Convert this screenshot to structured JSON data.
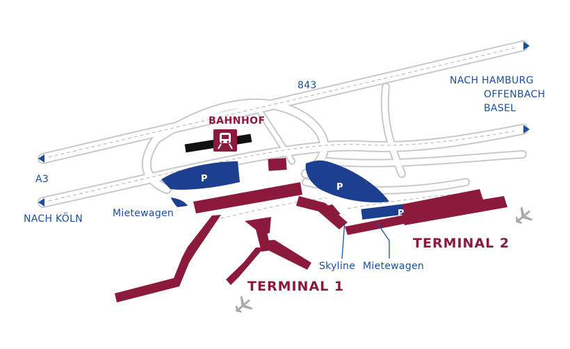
{
  "roads": {
    "highway_number": "843",
    "a3_label": "A3",
    "cologne_label": "NACH KÖLN",
    "north_label_line1": "NACH HAMBURG",
    "north_label_line2": "OFFENBACH",
    "north_label_line3": "BASEL"
  },
  "station": {
    "label": "BAHNHOF",
    "icon": "train-icon"
  },
  "parking": {
    "p1": "P",
    "p2": "P",
    "p3": "P"
  },
  "labels": {
    "car_rental_1": "Mietewagen",
    "car_rental_2": "Mietewagen",
    "skyline": "Skyline",
    "terminal_1": "TERMINAL 1",
    "terminal_2": "TERMINAL 2"
  },
  "icons": {
    "airplane_1": "airplane-icon",
    "airplane_2": "airplane-icon",
    "arrows": "arrow-icon"
  },
  "colors": {
    "terminal": "#8b1a3c",
    "parking": "#1d3f8f",
    "label_blue": "#1a4fa0",
    "road_outline": "#c9c9c9",
    "airplane": "#a8a8a8"
  }
}
